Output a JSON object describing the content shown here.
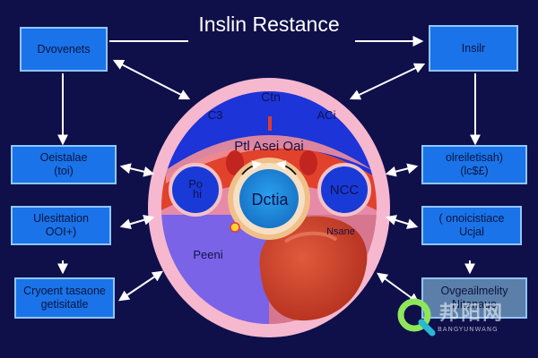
{
  "title": "Inslin Restance",
  "left_boxes": [
    {
      "lines": [
        "Dvovenets"
      ]
    },
    {
      "lines": [
        "Oeistalae",
        "(toi)"
      ]
    },
    {
      "lines": [
        "Ulesittation",
        "OOI+)"
      ]
    },
    {
      "lines": [
        "Cryoent tasaone",
        "getisitatle"
      ]
    }
  ],
  "right_boxes": [
    {
      "lines": [
        "Insilr"
      ]
    },
    {
      "lines": [
        "olreiletisah)",
        "(lc$£)"
      ]
    },
    {
      "lines": [
        "( onoicistiace",
        "Ucjal"
      ]
    },
    {
      "lines": [
        "Ovgeailmelity",
        "Nitanaue"
      ]
    }
  ],
  "organ_labels": {
    "top": "Ctn",
    "top_left": "C3",
    "top_right": "ACi",
    "band": "Ptl Asei Oai",
    "left_circle": "Po\nhi",
    "right_circle": "NCC",
    "center": "Dctia",
    "bottom_left": "Peeni",
    "liver": "Nsane"
  },
  "watermark": {
    "text": "邦阳网",
    "sub": "BANGYUNWANG"
  },
  "colors": {
    "background": "#0f0f4a",
    "box": "#1a73e8",
    "box_border": "#8fc6ff",
    "outer_ring": "#f5b8cf",
    "upper_blue": "#1d34d8",
    "pink_band": "#f0909c",
    "red_band": "#e2412b",
    "purple": "#7a63e6",
    "liver": "#c9432c",
    "center": "#1d8bd8",
    "arrow": "#ffffff"
  }
}
